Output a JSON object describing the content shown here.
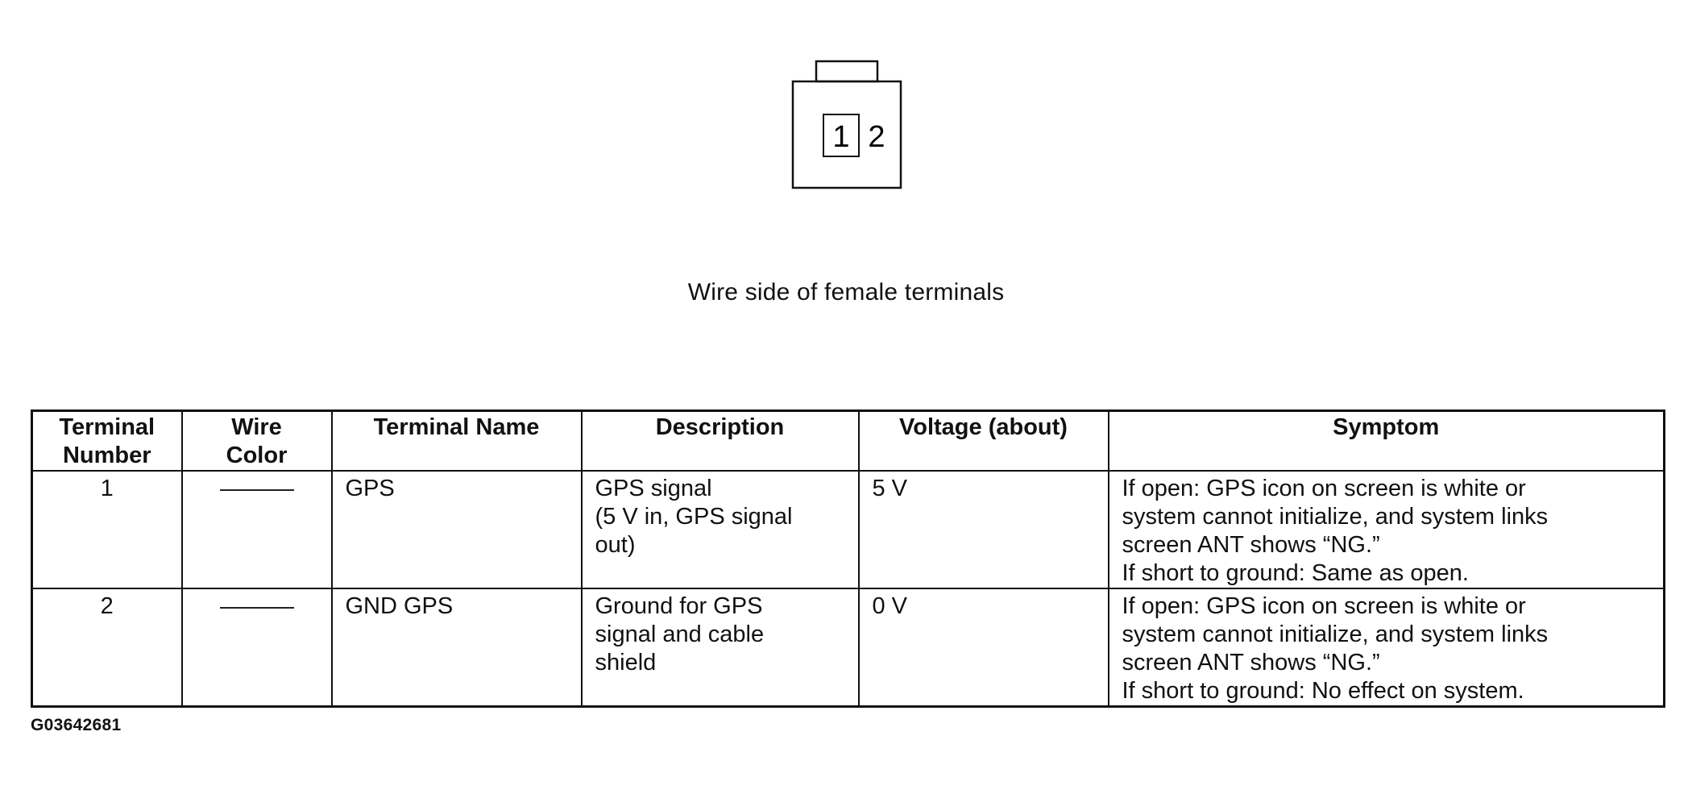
{
  "diagram": {
    "terminals": [
      "1",
      "2"
    ],
    "caption": "Wire side of female terminals"
  },
  "table": {
    "headers": [
      "Terminal\nNumber",
      "Wire\nColor",
      "Terminal Name",
      "Description",
      "Voltage (about)",
      "Symptom"
    ],
    "rows": [
      {
        "terminal_number": "1",
        "wire_color": "",
        "terminal_name": "GPS",
        "description": "GPS signal\n(5 V in, GPS signal\nout)",
        "voltage": "5 V",
        "symptom": "If open: GPS icon on screen is white or\nsystem cannot initialize, and system links\nscreen ANT shows “NG.”\nIf short to ground: Same as open."
      },
      {
        "terminal_number": "2",
        "wire_color": "",
        "terminal_name": "GND GPS",
        "description": "Ground for GPS\nsignal and cable\nshield",
        "voltage": "0 V",
        "symptom": "If open: GPS icon on screen is white or\nsystem cannot initialize, and system links\nscreen ANT shows “NG.”\nIf short to ground: No effect on system."
      }
    ]
  },
  "figure_id": "G03642681"
}
